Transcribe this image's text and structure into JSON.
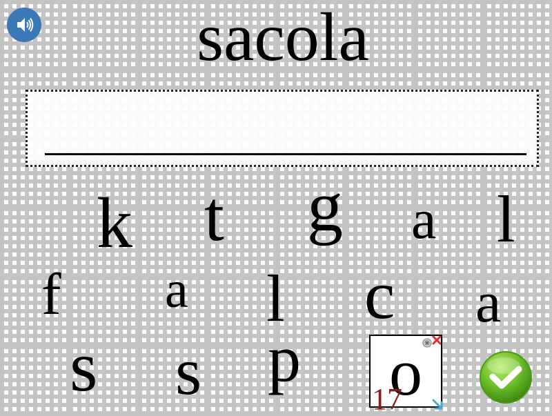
{
  "target_word": "sacola",
  "answer": "",
  "tiles": [
    {
      "letter": "k"
    },
    {
      "letter": "t"
    },
    {
      "letter": "g"
    },
    {
      "letter": "a"
    },
    {
      "letter": "l"
    },
    {
      "letter": "f"
    },
    {
      "letter": "a"
    },
    {
      "letter": "l"
    },
    {
      "letter": "c"
    },
    {
      "letter": "a"
    },
    {
      "letter": "s"
    },
    {
      "letter": "s"
    },
    {
      "letter": "p"
    }
  ],
  "selected_tile": {
    "letter": "o",
    "number": "17"
  },
  "icons": {
    "sound": "speaker-icon",
    "check": "checkmark-icon",
    "rotate": "rotate-icon",
    "delete": "close-icon",
    "resize": "resize-arrow-icon"
  },
  "colors": {
    "sound_button": "#3a78b6",
    "check_button": "#6fbf2a",
    "tile_number": "#8b1a1a",
    "delete_handle": "#e03030",
    "resize_handle": "#4aa8d8"
  }
}
